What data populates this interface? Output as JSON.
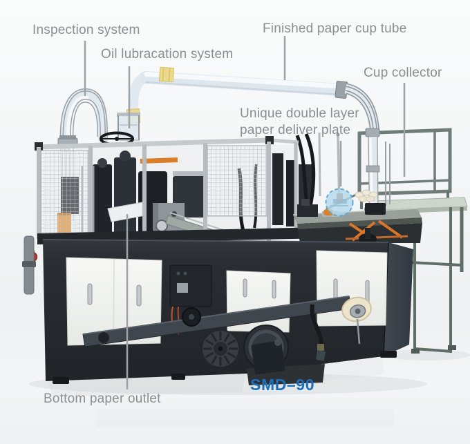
{
  "figure": {
    "description_labels_present": 7
  },
  "labels": {
    "inspection_system": "Inspection system",
    "oil_lubrication_system": "Oil lubracation system",
    "finished_paper_cup_tube": "Finished paper cup tube",
    "cup_collector": "Cup collector",
    "deliver_plate_line1": "Unique double layer",
    "deliver_plate_line2": "paper deliver plate",
    "bottom_paper_outlet": "Bottom paper outlet",
    "model_number": "SMD–90"
  },
  "colors": {
    "label_text": "#8b8e91",
    "leader_line": "#9da2a5",
    "model_text": "#1b6fbb",
    "machine_dark": "#282c31",
    "panel_white": "#f3f4f2",
    "frame_silver": "#b9bec2",
    "rack_green": "#6e7d77",
    "table_green": "#ccd6ca",
    "tube_fill": "#e3eaf0",
    "plate_highlight_blue": "#b3d8ec",
    "accent_orange": "#d97f28",
    "tape_yellow": "#ead98f"
  }
}
